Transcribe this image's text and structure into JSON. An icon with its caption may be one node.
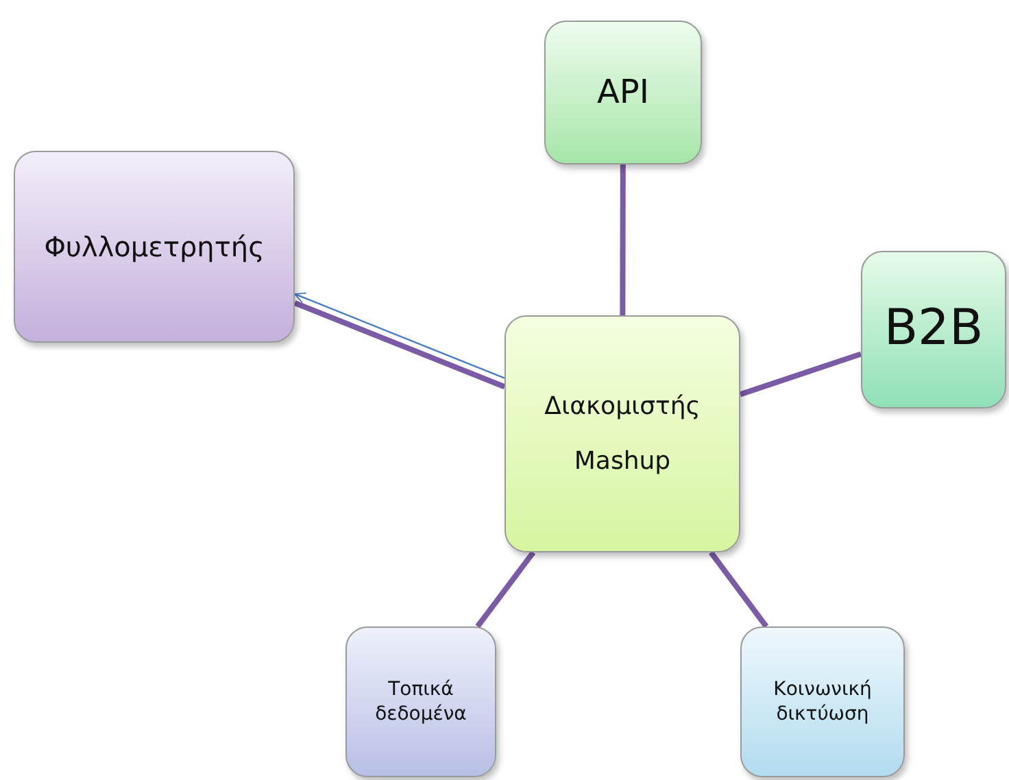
{
  "diagram": {
    "nodes": [
      {
        "text": [
          "Φυλλομετρητής"
        ]
      },
      {
        "text": [
          "API"
        ]
      },
      {
        "text": [
          "B2B"
        ]
      },
      {
        "text": [
          "Διακομιστής Mashup"
        ]
      },
      {
        "text": [
          "Τοπικά δεδομένα"
        ]
      },
      {
        "text": [
          "Κοινωνική δικτύωση"
        ]
      }
    ],
    "edges": [
      {
        "from": 3,
        "to": 0,
        "arrow": "none"
      },
      {
        "from": 3,
        "to": 0,
        "arrow": "to",
        "color": "#4a7cc4"
      },
      {
        "from": 3,
        "to": 1,
        "arrow": "none"
      },
      {
        "from": 3,
        "to": 2,
        "arrow": "none"
      },
      {
        "from": 3,
        "to": 4,
        "arrow": "none"
      },
      {
        "from": 3,
        "to": 5,
        "arrow": "none"
      }
    ]
  }
}
